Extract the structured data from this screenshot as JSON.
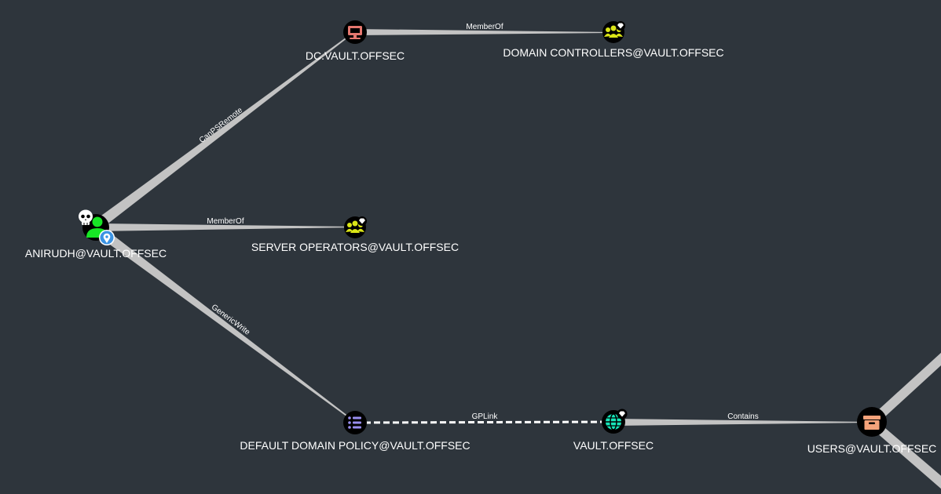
{
  "graph": {
    "nodes": {
      "dc": {
        "label": "DC.VAULT.OFFSEC",
        "type": "computer-icon",
        "color": "#e5776f"
      },
      "domain_controllers": {
        "label": "DOMAIN CONTROLLERS@VAULT.OFFSEC",
        "type": "group-icon",
        "color": "#dbe617"
      },
      "anirudh": {
        "label": "ANIRUDH@VAULT.OFFSEC",
        "type": "user-icon",
        "color": "#17e625",
        "badges": [
          "skull-icon",
          "location-pin-icon"
        ]
      },
      "server_operators": {
        "label": "SERVER OPERATORS@VAULT.OFFSEC",
        "type": "group-icon",
        "color": "#dbe617"
      },
      "default_domain_policy": {
        "label": "DEFAULT DOMAIN POLICY@VAULT.OFFSEC",
        "type": "gpo-icon",
        "color": "#998ef0"
      },
      "vault": {
        "label": "VAULT.OFFSEC",
        "type": "domain-icon",
        "color": "#17e6b9"
      },
      "users": {
        "label": "USERS@VAULT.OFFSEC",
        "type": "container-icon",
        "color": "#f4a27a"
      }
    },
    "edges": {
      "dc_memberof": "MemberOf",
      "anirudh_canpsremote": "CanPSRemote",
      "anirudh_memberof": "MemberOf",
      "anirudh_genericwrite": "GenericWrite",
      "gpo_gplink": "GPLink",
      "vault_contains": "Contains"
    },
    "colors": {
      "background": "#2e353c",
      "edge": "#c3c3c3",
      "label": "#ffffff"
    }
  }
}
